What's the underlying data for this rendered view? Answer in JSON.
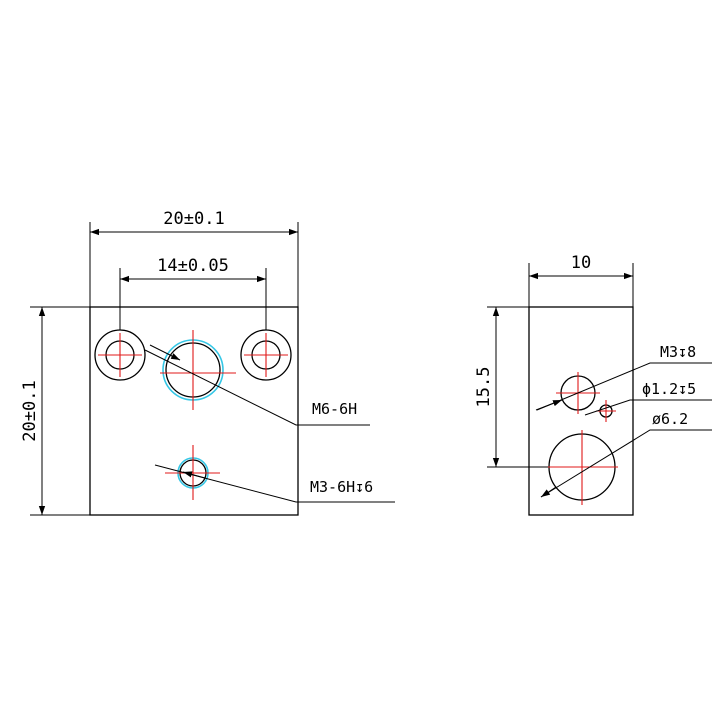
{
  "front_view": {
    "width_dim": "20±0.1",
    "hole_spacing_dim": "14±0.05",
    "height_dim": "20±0.1",
    "callout_m6": "M6-6H",
    "callout_m3": "M3-6H↧6"
  },
  "side_view": {
    "width_dim": "10",
    "height_dim": "15.5",
    "callout_m3": "M3↧8",
    "callout_pin": "ϕ1.2↧5",
    "callout_bore": "ø6.2"
  },
  "colors": {
    "outline": "#000000",
    "centerline": "#e01818",
    "thread_highlight": "#35c7e6"
  }
}
